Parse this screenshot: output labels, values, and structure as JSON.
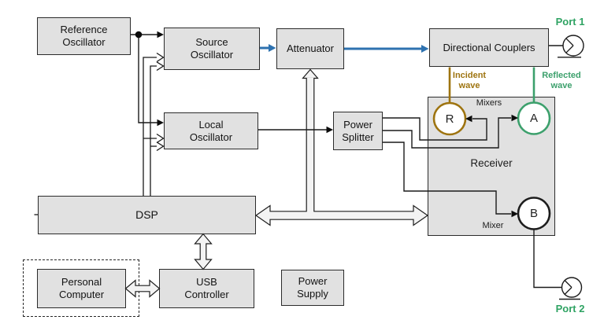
{
  "diagram": {
    "blocks": {
      "reference_oscillator": {
        "label": "Reference\nOscillator"
      },
      "source_oscillator": {
        "label": "Source\nOscillator"
      },
      "attenuator": {
        "label": "Attenuator"
      },
      "directional_couplers": {
        "label": "Directional Couplers"
      },
      "local_oscillator": {
        "label": "Local\nOscillator"
      },
      "power_splitter": {
        "label": "Power\nSplitter"
      },
      "receiver": {
        "label": "Receiver",
        "mixers_label": "Mixers",
        "mixer_label": "Mixer"
      },
      "dsp": {
        "label": "DSP"
      },
      "personal_computer": {
        "label": "Personal\nComputer"
      },
      "usb_controller": {
        "label": "USB\nController"
      },
      "power_supply": {
        "label": "Power\nSupply"
      }
    },
    "mixers": {
      "r": "R",
      "a": "A",
      "b": "B"
    },
    "ports": {
      "port1": "Port 1",
      "port2": "Port 2"
    },
    "waves": {
      "incident": "Incident\nwave",
      "reflected": "Reflected\nwave"
    },
    "colors": {
      "signal_path_blue": "#2e72b0",
      "incident_wave_olive": "#9e7410",
      "reflected_wave_green": "#3ca06c",
      "port_label_green": "#2fa363",
      "box_fill_grey": "#e1e1e1",
      "box_border": "#2b2b2b",
      "block_arrow_fill": "#f3f3f3"
    }
  }
}
